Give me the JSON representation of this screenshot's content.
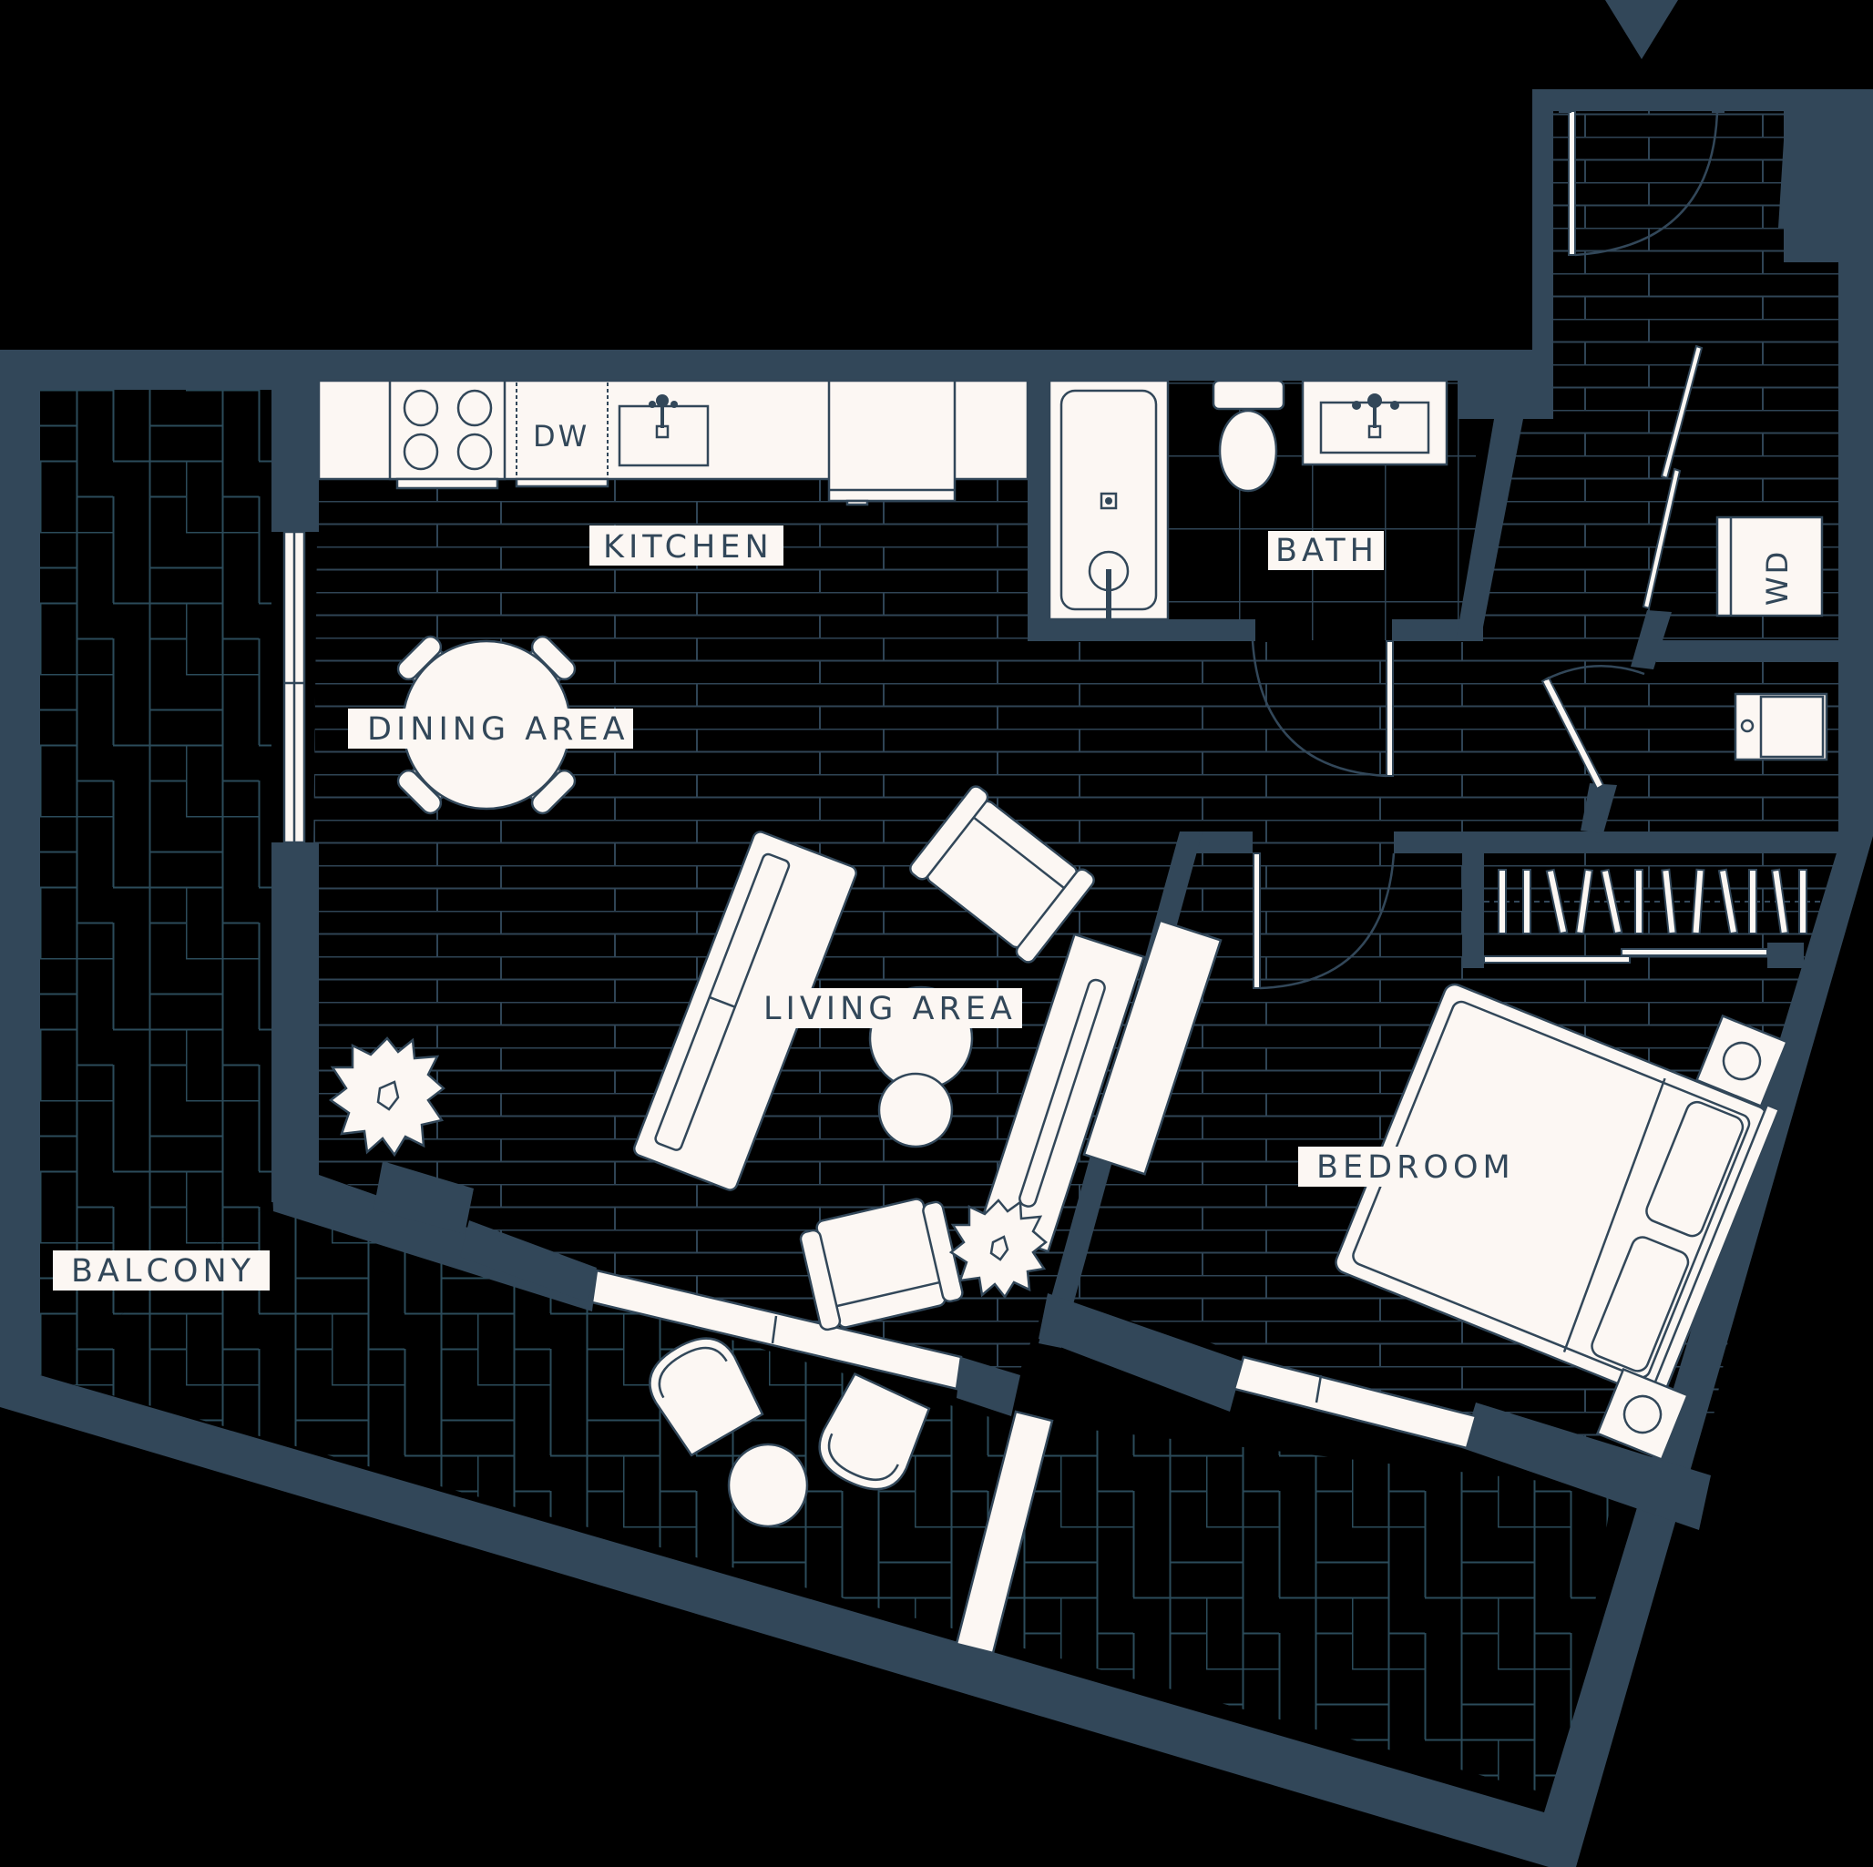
{
  "plan": {
    "type": "apartment-floor-plan",
    "units": "one-bedroom",
    "entry_marker": "entry-arrow"
  },
  "rooms": {
    "kitchen": {
      "label": "KITCHEN"
    },
    "bath": {
      "label": "BATH"
    },
    "dining": {
      "label": "DINING AREA"
    },
    "living": {
      "label": "LIVING AREA"
    },
    "bedroom": {
      "label": "BEDROOM"
    },
    "balcony": {
      "label": "BALCONY"
    }
  },
  "appliances": {
    "dishwasher": {
      "label": "DW"
    },
    "washer_dryer": {
      "label": "WD"
    }
  },
  "colors": {
    "wall": "#324759",
    "fixture_fill": "#fcf7f3",
    "background": "#000000",
    "floor_lines": "#2f4455"
  }
}
